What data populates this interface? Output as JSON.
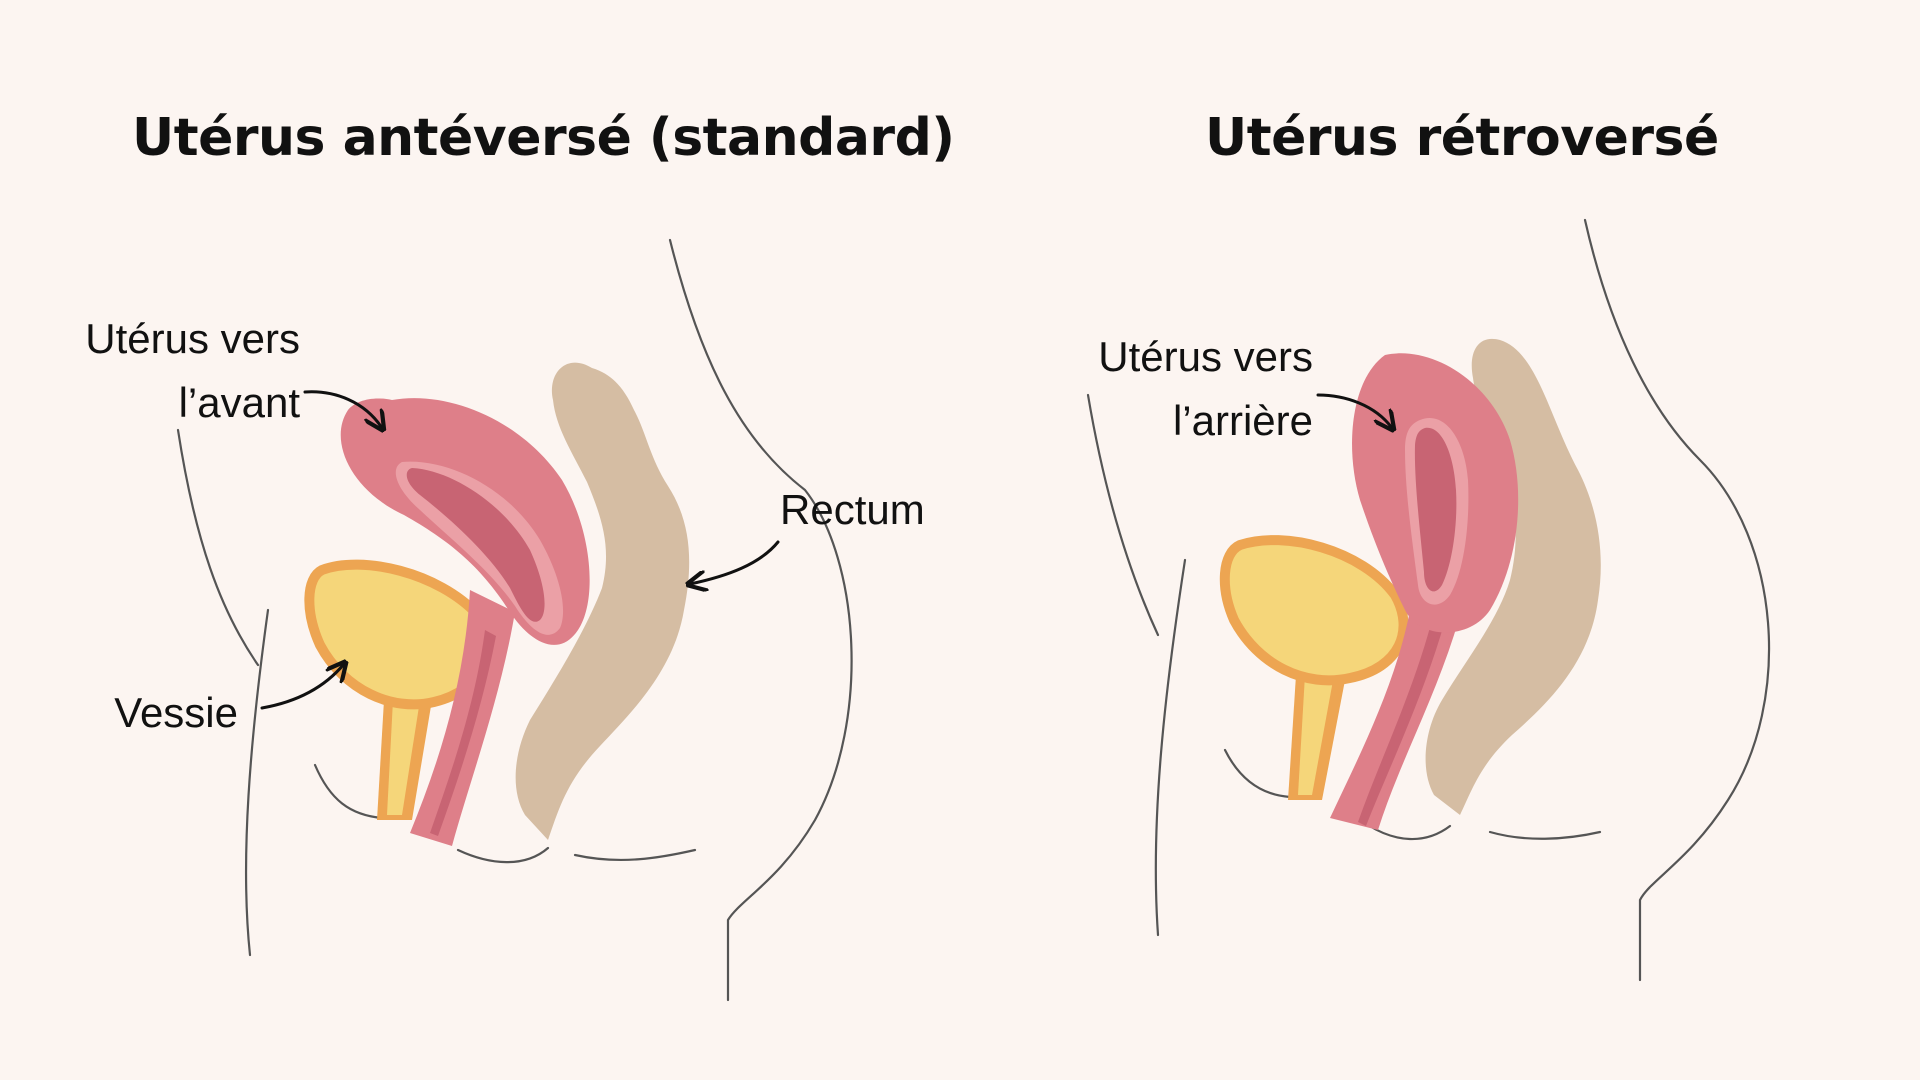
{
  "panels": [
    {
      "title": "Utérus antéversé (standard)",
      "labels": {
        "uterus_line1": "Utérus vers",
        "uterus_line2": "l’avant",
        "rectum": "Rectum",
        "bladder": "Vessie"
      }
    },
    {
      "title": "Utérus rétroversé",
      "labels": {
        "uterus_line1": "Utérus vers",
        "uterus_line2": "l’arrière"
      }
    }
  ],
  "colors": {
    "background": "#fcf5f1",
    "uterus": "#de7f89",
    "uterus_cavity": "#c86473",
    "uterus_lining": "#eba0a6",
    "cervix_canal": "#c86473",
    "bladder_fill": "#f5d67a",
    "bladder_outline": "#eda552",
    "rectum": "#d5bda3",
    "body_outline": "#555555",
    "text": "#111111"
  }
}
